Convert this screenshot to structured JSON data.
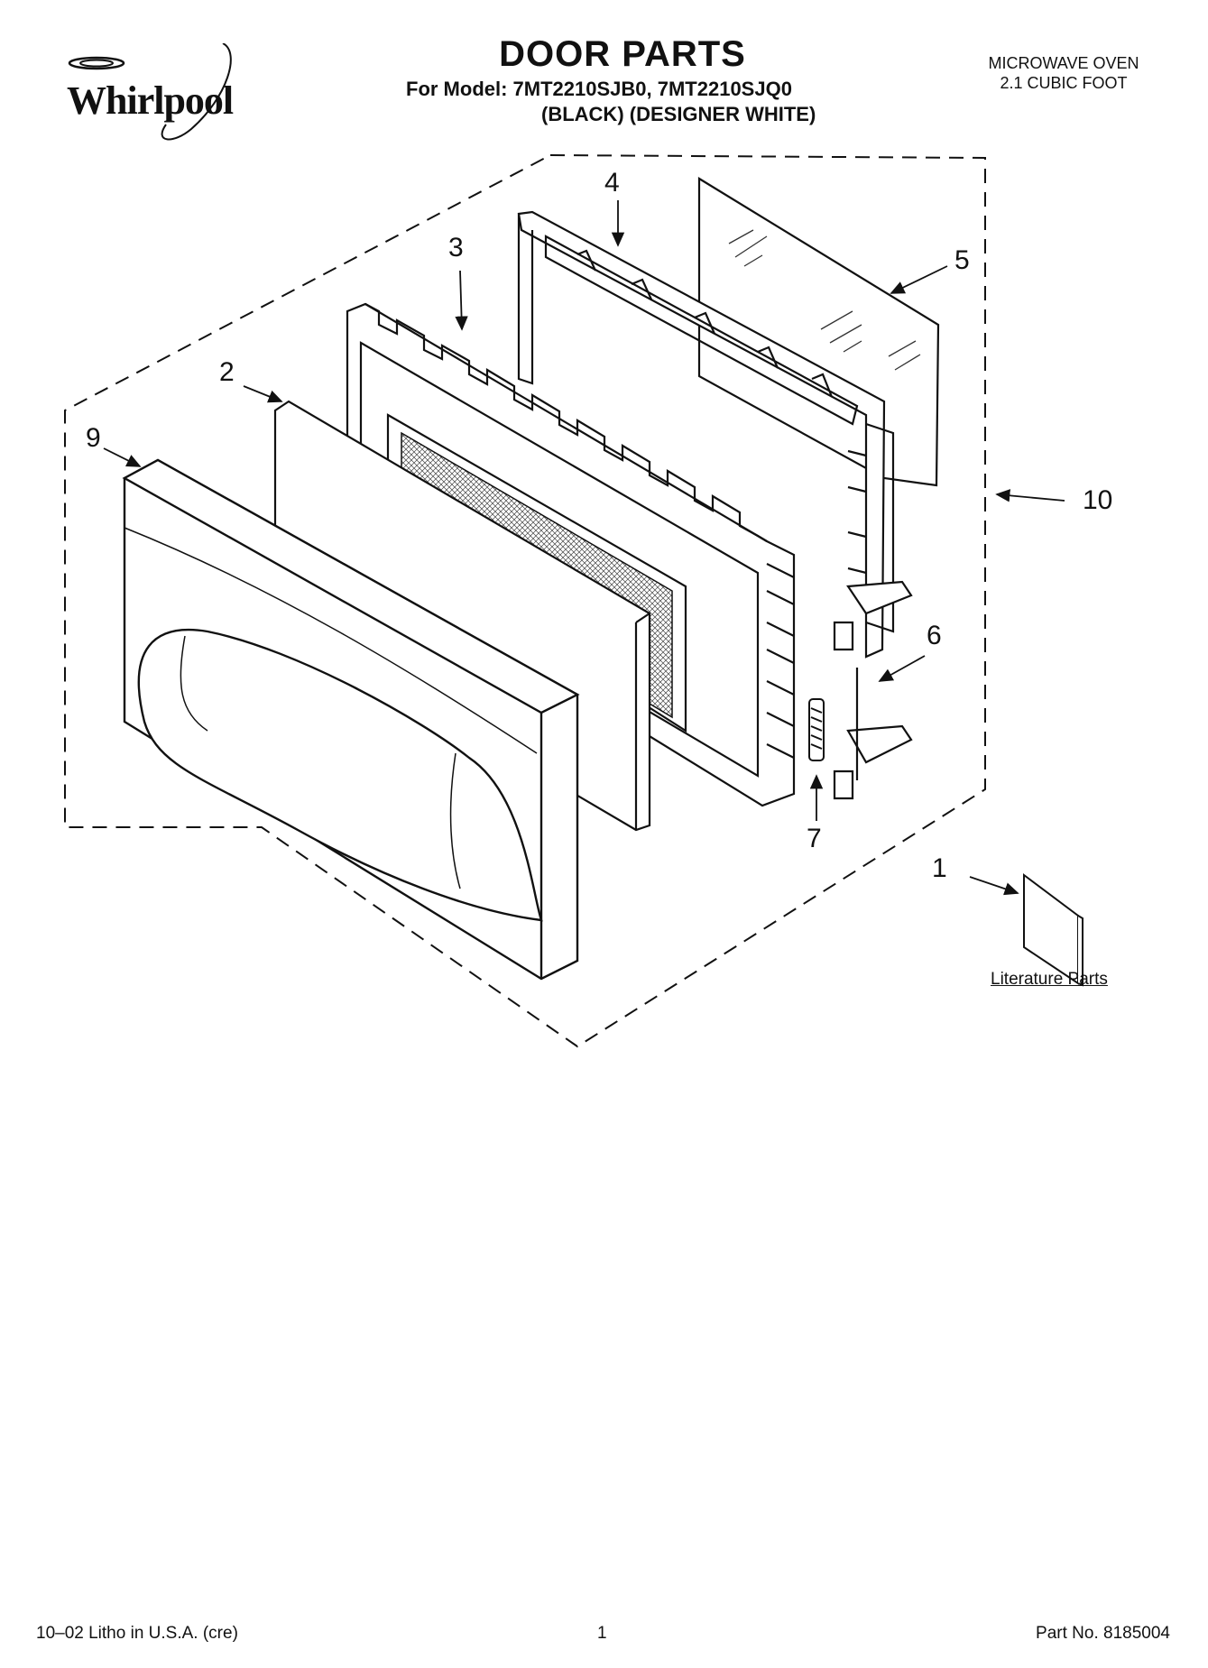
{
  "brand": {
    "logo_text": "Whirlpool",
    "icon": "whirlpool-swirl-logo"
  },
  "header": {
    "title": "DOOR PARTS",
    "models": "For Model: 7MT2210SJB0, 7MT2210SJQ0",
    "colors": "(BLACK)  (DESIGNER WHITE)"
  },
  "product": {
    "line1": "MICROWAVE OVEN",
    "line2": "2.1 CUBIC FOOT"
  },
  "callouts": {
    "c1": "1",
    "c2": "2",
    "c3": "3",
    "c4": "4",
    "c5": "5",
    "c6": "6",
    "c7": "7",
    "c9": "9",
    "c10": "10"
  },
  "literature_label": "Literature Parts",
  "footer": {
    "left": "10–02 Litho in U.S.A. (cre)",
    "center": "1",
    "right": "Part No. 8185004"
  }
}
